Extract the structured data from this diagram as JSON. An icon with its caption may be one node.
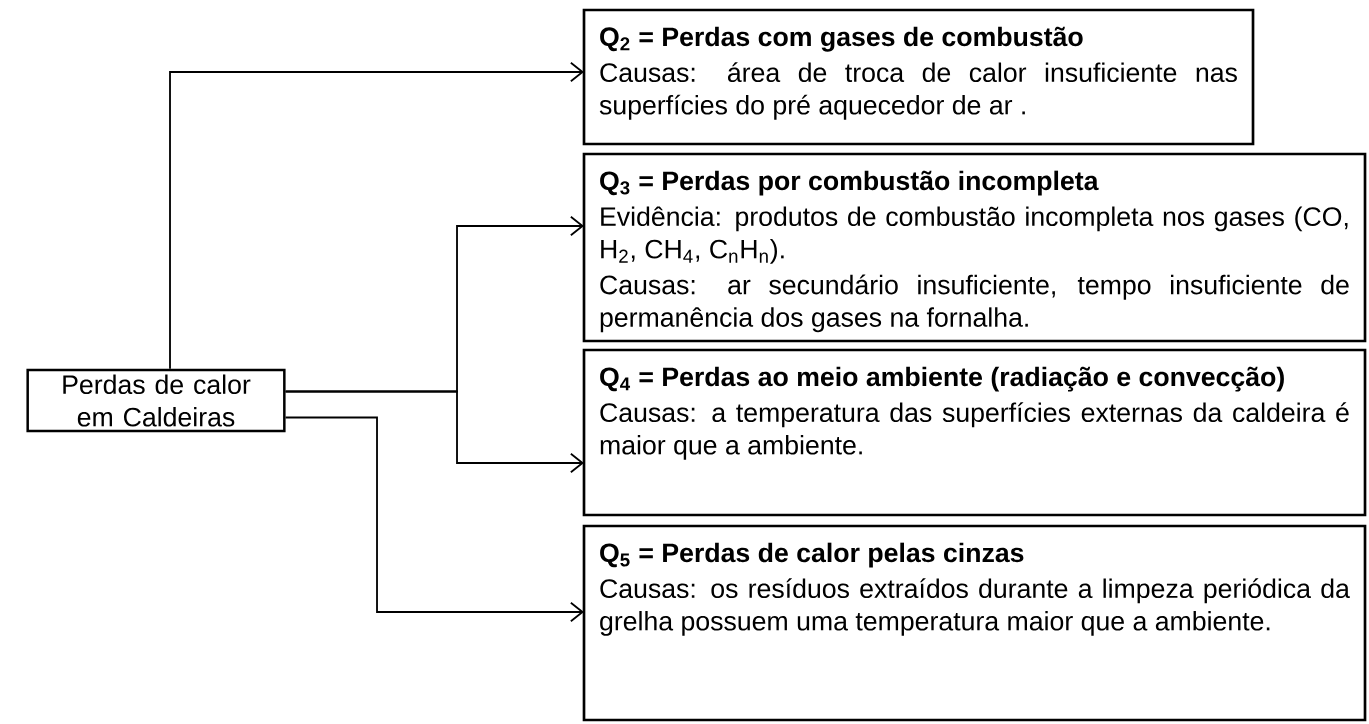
{
  "diagram": {
    "nodes": [
      {
        "text": [
          "Perdas de calor em Caldeiras"
        ]
      },
      {
        "text": [
          "Q$_{2}$ = Perdas com gases de combustão",
          "Causas: área de troca de calor insuficiente nas superfícies do pré aquecedor de ar ."
        ]
      },
      {
        "text": [
          "Q$_{3}$ = Perdas por combustão incompleta",
          "Evidência: produtos de combustão incompleta nos gases (CO, H$_{2}$, CH$_{4}$, C$_{n}$H$_{n}$).",
          "Causas: ar secundário insuficiente, tempo insuficiente de permanência dos gases na fornalha."
        ]
      },
      {
        "text": [
          "Q$_{4}$ = Perdas ao meio ambiente (radiação e convecção)",
          "Causas: a temperatura das superfícies externas da caldeira é maior que a ambiente."
        ]
      },
      {
        "text": [
          "Q$_{5}$ = Perdas de calor pelas cinzas",
          "Causas: os resíduos extraídos durante a limpeza periódica da grelha possuem uma temperatura maior que a ambiente."
        ]
      }
    ],
    "edges": [
      {
        "from": 0,
        "to": 1,
        "arrow": "to"
      },
      {
        "from": 0,
        "to": 2,
        "arrow": "to"
      },
      {
        "from": 0,
        "to": 3,
        "arrow": "to"
      },
      {
        "from": 0,
        "to": 4,
        "arrow": "to"
      }
    ]
  }
}
